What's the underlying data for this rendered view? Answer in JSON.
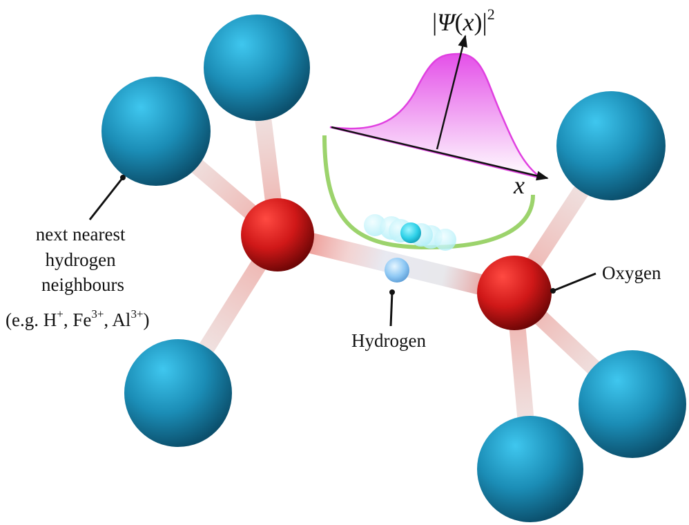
{
  "labels": {
    "neighbours": {
      "line1": "next nearest",
      "line2": "hydrogen",
      "line3": "neighbours",
      "line4": {
        "open": "(e.g. H",
        "h_charge": "+",
        "sep1": ", Fe",
        "fe_charge": "3+",
        "sep2": ", Al",
        "al_charge": "3+",
        "close": ")"
      }
    },
    "hydrogen": "Hydrogen",
    "oxygen": "Oxygen"
  },
  "plot": {
    "y_axis_label": {
      "bar_left": "|",
      "psi": "Ψ",
      "paren_open": "(",
      "x": "x",
      "paren_close": ")",
      "bar_right": "|",
      "power": "2"
    },
    "x_axis_label": "x"
  },
  "colors": {
    "neighbour_atom": "#1a8db5",
    "oxygen_atom": "#d01818",
    "hydrogen_atom": "#8ec8f4",
    "probability_density": "#e040e0",
    "potential_well": "#9cd36c"
  }
}
